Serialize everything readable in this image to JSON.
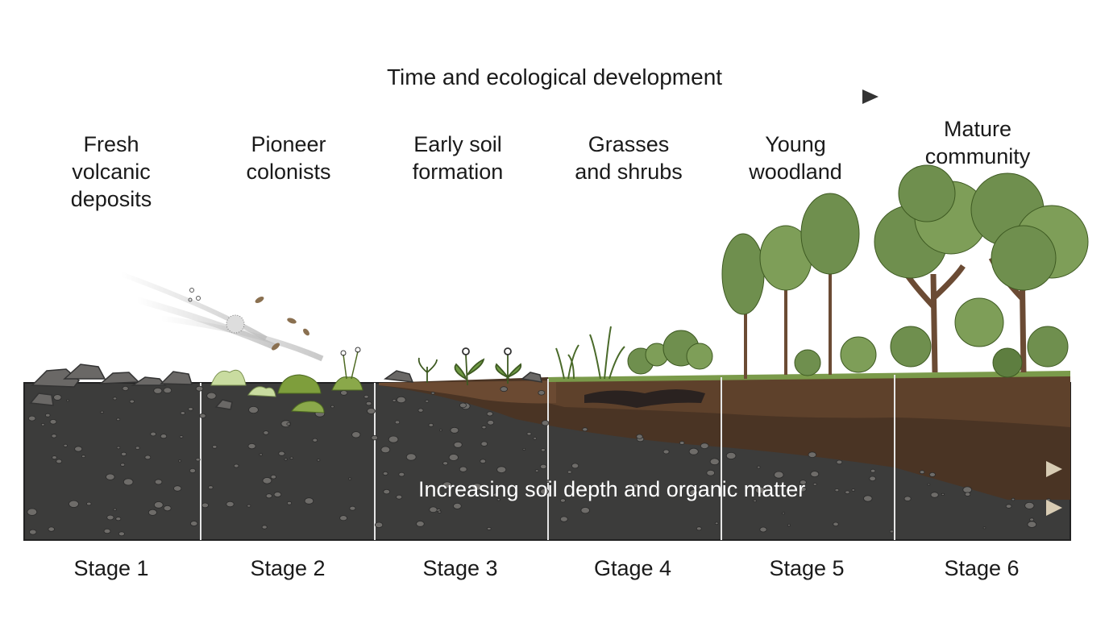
{
  "title": "Time and ecological development",
  "soil_arrow_label": "Increasing soil depth and organic matter",
  "phases": [
    {
      "lines": [
        "Fresh",
        "volcanic",
        "deposits"
      ]
    },
    {
      "lines": [
        "Pioneer",
        "colonists"
      ]
    },
    {
      "lines": [
        "Early soil",
        "formation"
      ]
    },
    {
      "lines": [
        "Grasses",
        "and shrubs"
      ]
    },
    {
      "lines": [
        "Young",
        "woodland"
      ]
    },
    {
      "lines": [
        "Mature",
        "community"
      ]
    }
  ],
  "stages": [
    "Stage 1",
    "Stage 2",
    "Stage 3",
    "Gtage 4",
    "Stage 5",
    "Stage 6"
  ],
  "colors": {
    "rock_layer": "#3c3c3b",
    "soil_dark": "#4a3424",
    "soil_mid": "#6b4a32",
    "grass": "#7a9a4a",
    "foliage": "#6f8f4e",
    "trunk": "#6b4b34",
    "arrow": "#333333",
    "soil_arrow": "#d8ccb4"
  }
}
